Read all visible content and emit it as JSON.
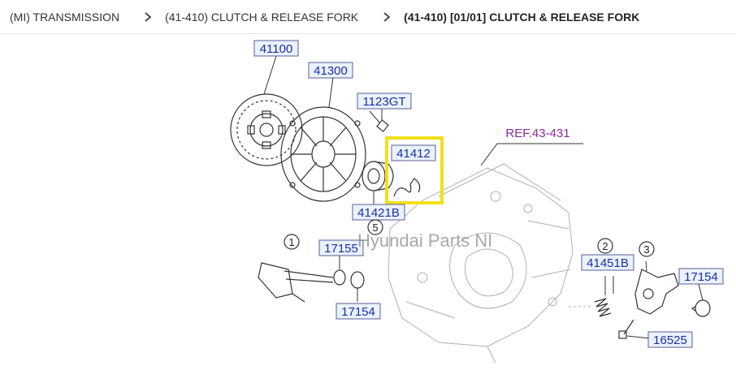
{
  "breadcrumb": {
    "items": [
      {
        "label": "(MI) TRANSMISSION"
      },
      {
        "label": "(41-410) CLUTCH & RELEASE FORK"
      },
      {
        "label": "(41-410) [01/01] CLUTCH & RELEASE FORK"
      }
    ]
  },
  "diagram": {
    "callouts": {
      "c41100": "41100",
      "c41300": "41300",
      "c1123GT": "1123GT",
      "c41412": "41412",
      "c41421B": "41421B",
      "c17155": "17155",
      "c17154a": "17154",
      "c17154b": "17154",
      "c41451B": "41451B",
      "c16525": "16525"
    },
    "reference": "REF.43-431",
    "numbers": {
      "n1": "1",
      "n2": "2",
      "n3": "3",
      "n5": "5"
    },
    "watermark": "Hyundai Parts NI",
    "highlight_color": "#f2e01a",
    "callout_text_color": "#1b2fa8",
    "reference_color": "#8a2a9e"
  }
}
